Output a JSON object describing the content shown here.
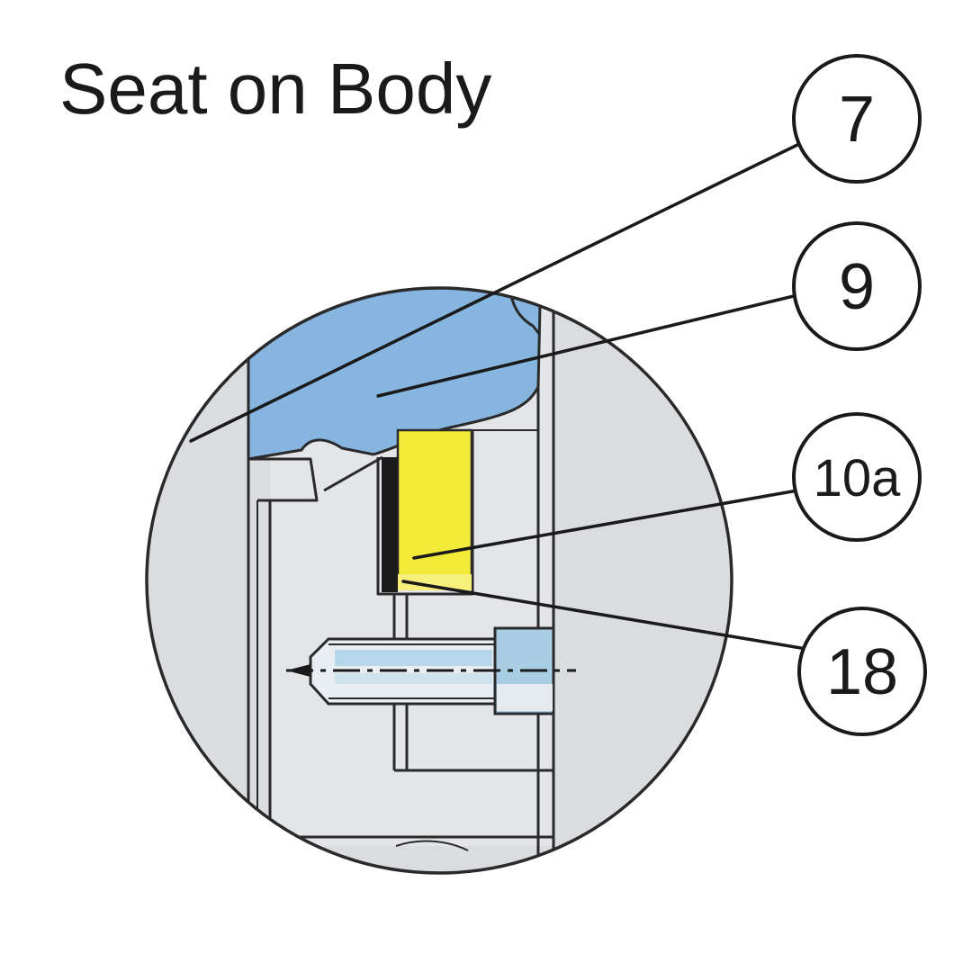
{
  "title": "Seat on Body",
  "callouts": [
    {
      "id": "c7",
      "label": "7"
    },
    {
      "id": "c9",
      "label": "9"
    },
    {
      "id": "c10a",
      "label": "10a"
    },
    {
      "id": "c18",
      "label": "18"
    }
  ],
  "colors": {
    "seat": "#86b6e0",
    "insert": "#f4ea3a",
    "body": "#dadcdf",
    "pin": "#a9cde2"
  }
}
